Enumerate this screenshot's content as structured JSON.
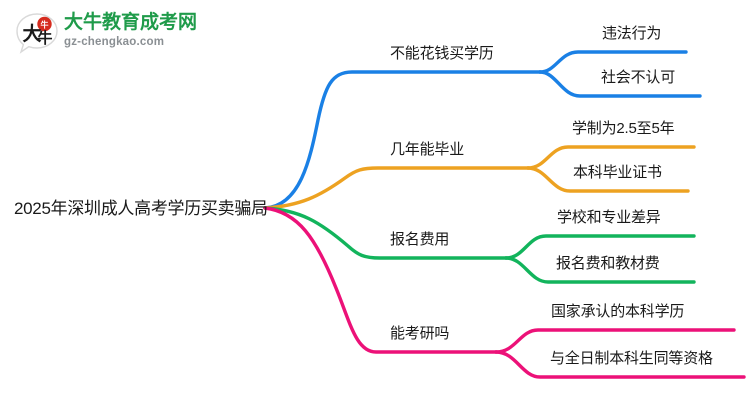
{
  "logo": {
    "mark_text": "大牛",
    "brand": "大牛教育成考网",
    "domain": "gz-chengkao.com",
    "brand_color": "#1f9b4a",
    "domain_color": "#8a8f93",
    "mark_accent": "#d62c1f"
  },
  "mindmap": {
    "root": "2025年深圳成人高考学历买卖骗局",
    "branches": [
      {
        "topic": "不能花钱买学历",
        "color": "#1a80e5",
        "children": [
          "违法行为",
          "社会不认可"
        ]
      },
      {
        "topic": "几年能毕业",
        "color": "#eda221",
        "children": [
          "学制为2.5至5年",
          "本科毕业证书"
        ]
      },
      {
        "topic": "报名费用",
        "color": "#12b45c",
        "children": [
          "学校和专业差异",
          "报名费和教材费"
        ]
      },
      {
        "topic": "能考研吗",
        "color": "#ec1178",
        "children": [
          "国家承认的本科学历",
          "与全日制本科生同等资格"
        ]
      }
    ]
  }
}
